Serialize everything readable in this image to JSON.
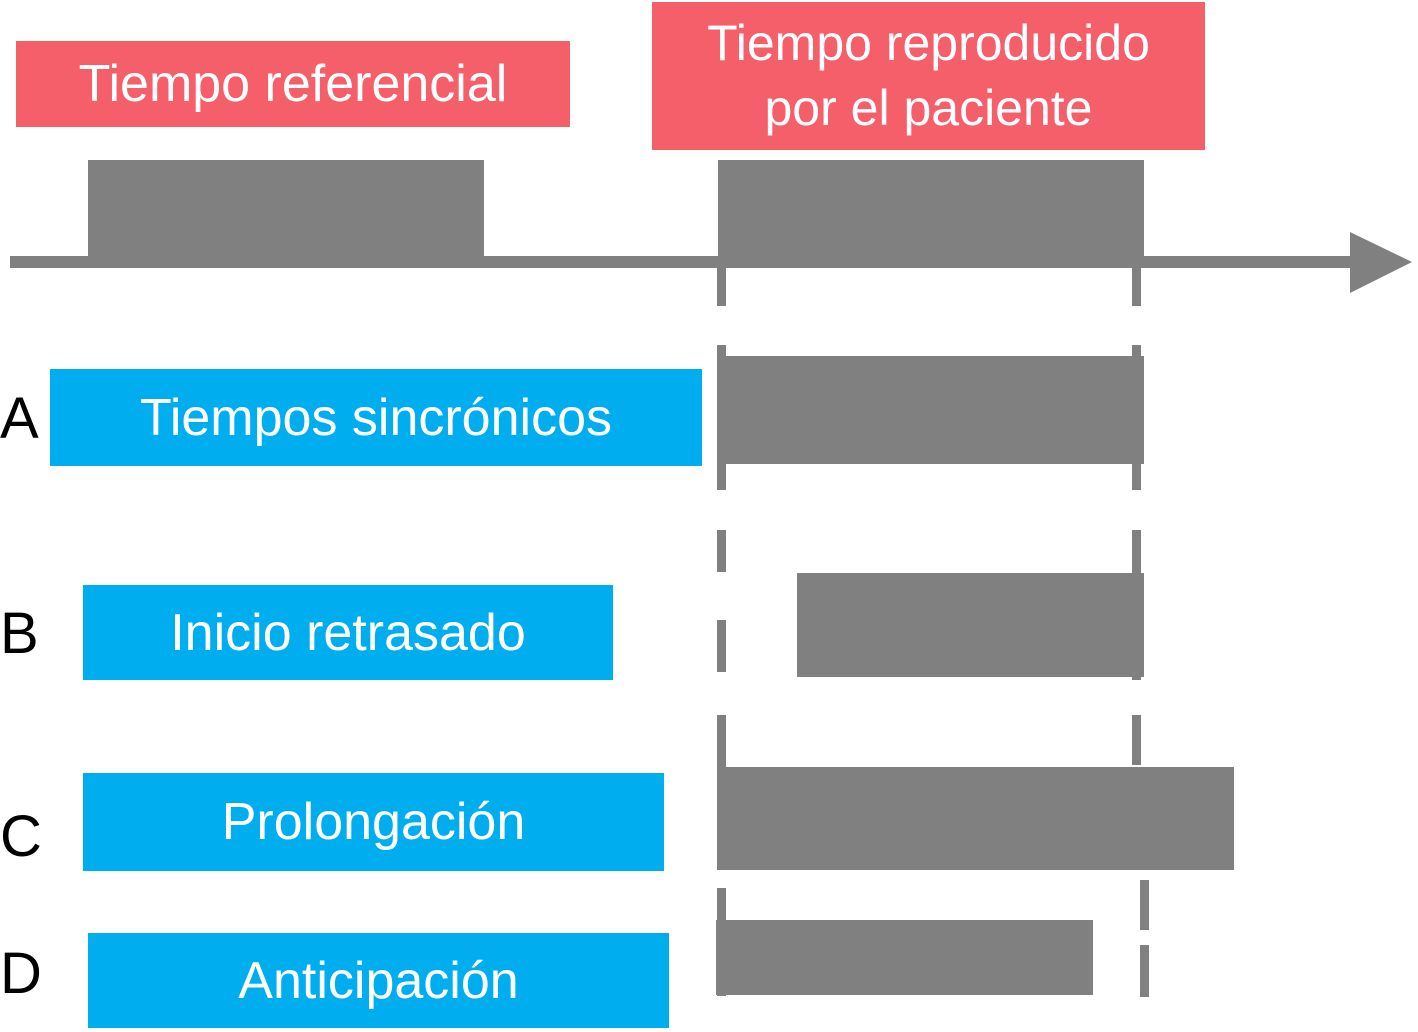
{
  "header": {
    "reference_label": "Tiempo referencial",
    "patient_label_line1": "Tiempo reproducido",
    "patient_label_line2": "por el paciente"
  },
  "rows": [
    {
      "letter": "A",
      "label": "Tiempos sincrónicos"
    },
    {
      "letter": "B",
      "label": "Inicio retrasado"
    },
    {
      "letter": "C",
      "label": "Prolongación"
    },
    {
      "letter": "D",
      "label": "Anticipación"
    }
  ],
  "colors": {
    "header_box": "#f45f6a",
    "row_box": "#00aeef",
    "bar": "#808080",
    "letter": "#000000"
  }
}
